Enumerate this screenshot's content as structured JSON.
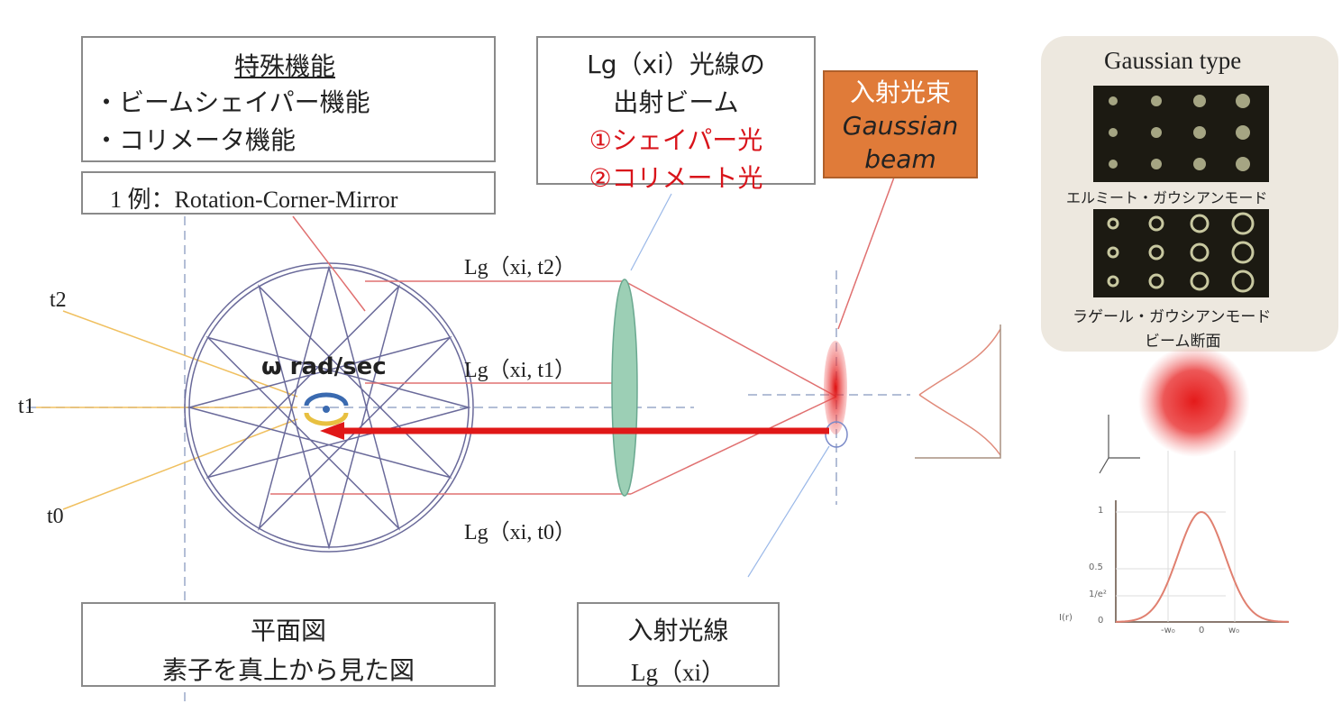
{
  "features_box": {
    "title": "特殊機能",
    "items": [
      "・ビームシェイパー機能",
      "・コリメータ機能"
    ]
  },
  "example_box": {
    "label": "1 例：Rotation-Corner-Mirror"
  },
  "output_box": {
    "line1": "Lg（xi）光線の",
    "line2": "出射ビーム",
    "line3": "①シェイパー光",
    "line4": "②コリメート光"
  },
  "incident_beam_box": {
    "line1": "入射光束",
    "line2": "Gaussian",
    "line3": "beam",
    "color": "#e07b39"
  },
  "gaussian_panel": {
    "title": "Gaussian type",
    "caption1": "エルミート・ガウシアンモード",
    "caption2": "ラゲール・ガウシアンモード",
    "caption3": "ビーム断面"
  },
  "time_labels": {
    "t2": "t2",
    "t1": "t1",
    "t0": "t0"
  },
  "ray_labels": {
    "t2": "Lg（xi, t2）",
    "t1": "Lg（xi, t1）",
    "t0": "Lg（xi, t0）"
  },
  "rotation_label": "ω rad/sec",
  "plan_box": {
    "line1": "平面図",
    "line2": "素子を真上から見た図"
  },
  "incident_ray_box": {
    "line1": "入射光線",
    "line2": "Lg（xi）"
  },
  "profile_plot": {
    "y_ticks": [
      "1",
      "0.5",
      "1/e²",
      "0"
    ],
    "x_ticks": [
      "-w₀",
      "0",
      "w₀"
    ],
    "ylabel": "I(r)"
  }
}
